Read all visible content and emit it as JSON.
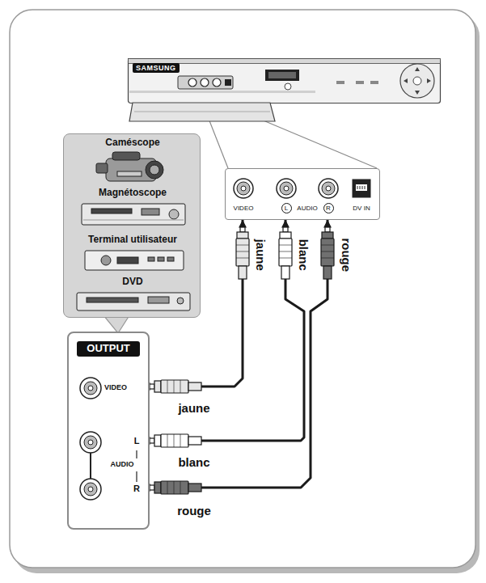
{
  "diagram": {
    "nodes": [
      {
        "text": [
          "SAMSUNG"
        ]
      },
      {
        "text": [
          "VIDEO",
          "L",
          "AUDIO",
          "R",
          "DV IN"
        ]
      },
      {
        "text": [
          "Caméscope",
          "Magnétoscope",
          "Terminal utilisateur",
          "DVD"
        ]
      },
      {
        "text": [
          "OUTPUT",
          "VIDEO",
          "L",
          "AUDIO",
          "R"
        ]
      }
    ],
    "edges": [
      {
        "from": 3,
        "to": 1,
        "arrow": "none",
        "label": "jaune"
      },
      {
        "from": 3,
        "to": 1,
        "arrow": "none",
        "label": "blanc"
      },
      {
        "from": 3,
        "to": 1,
        "arrow": "none",
        "label": "rouge"
      }
    ],
    "labels": [
      "jaune",
      "blanc",
      "rouge"
    ]
  }
}
